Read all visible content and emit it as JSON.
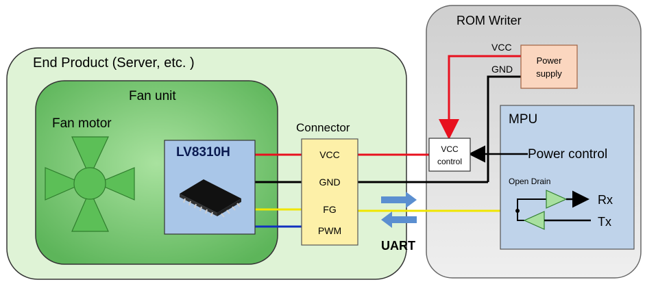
{
  "end_product": {
    "label": "End Product (Server, etc. )"
  },
  "fan_unit": {
    "label": "Fan unit"
  },
  "fan_motor": {
    "label": "Fan motor"
  },
  "chip": {
    "label": "LV8310H"
  },
  "connector": {
    "label": "Connector",
    "pins": [
      "VCC",
      "GND",
      "FG",
      "PWM"
    ]
  },
  "rom_writer": {
    "label": "ROM Writer"
  },
  "power_supply": {
    "label_line1": "Power",
    "label_line2": "supply"
  },
  "rail_labels": {
    "vcc": "VCC",
    "gnd": "GND"
  },
  "vcc_control": {
    "line1": "VCC",
    "line2": "control"
  },
  "mpu": {
    "label": "MPU",
    "power_control": "Power control",
    "open_drain": "Open Drain",
    "rx": "Rx",
    "tx": "Tx"
  },
  "uart": {
    "label": "UART"
  },
  "colors": {
    "vcc_wire": "#e8101e",
    "gnd_wire": "#000000",
    "fg_wire": "#f0e600",
    "pwm_wire": "#1030c0",
    "rom_vcc_wire": "#e8101e",
    "arrow": "#5b8fd0",
    "end_product_fill": "#dff3d6",
    "fan_unit_fill": "#7fcf7a",
    "chip_fill": "#a9c6e8",
    "connector_fill": "#fdf0a8",
    "rom_writer_fill": "#dcdcdc",
    "power_supply_fill": "#fbd6bf",
    "mpu_fill": "#bfd3ea"
  }
}
